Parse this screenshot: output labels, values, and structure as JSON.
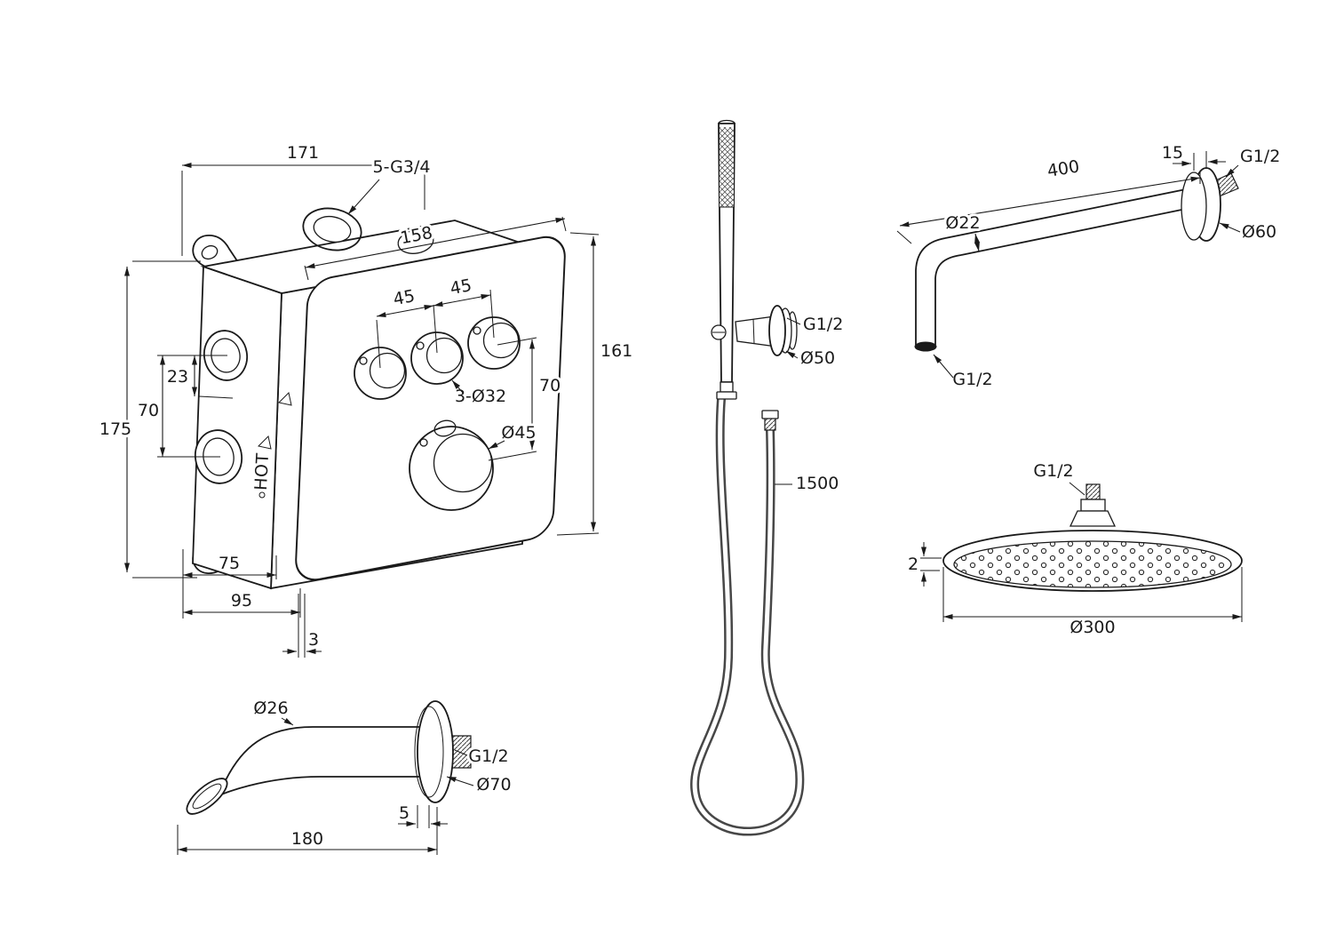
{
  "drawing": {
    "valve": {
      "dim_back_width": "171",
      "dim_top_ports": "5-G3/4",
      "dim_plate_width": "158",
      "dim_button_gap_a": "45",
      "dim_button_gap_b": "45",
      "dim_port_offset": "23",
      "dim_port_spacing": "70",
      "dim_overall_height": "175",
      "dim_plate_height": "161",
      "dim_dial_offset": "70",
      "dim_buttons": "3-Ø32",
      "dim_dial": "Ø45",
      "dim_depth_a": "75",
      "dim_depth_b": "95",
      "dim_plate_thickness": "3",
      "hot_marking": "HOT"
    },
    "spout": {
      "dim_tube_diameter": "Ø26",
      "dim_thread": "G1/2",
      "dim_flange_diameter": "Ø70",
      "dim_flange_thickness": "5",
      "dim_length": "180"
    },
    "handshower": {
      "dim_thread": "G1/2",
      "dim_holder_diameter": "Ø50",
      "dim_hose_length": "1500"
    },
    "arm": {
      "dim_length": "400",
      "dim_flange_thickness": "15",
      "dim_wall_thread": "G1/2",
      "dim_tube_diameter": "Ø22",
      "dim_flange_diameter": "Ø60",
      "dim_outlet_thread": "G1/2"
    },
    "head": {
      "dim_thread": "G1/2",
      "dim_edge_thickness": "2",
      "dim_diameter": "Ø300"
    }
  }
}
